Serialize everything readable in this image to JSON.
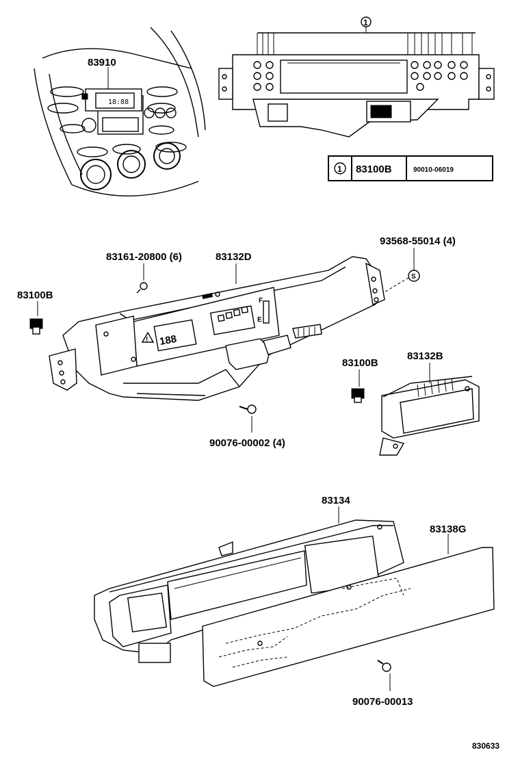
{
  "callouts": {
    "clock": "83910",
    "circle_ref": "1",
    "retainer_screw": "83161-20800 (6)",
    "lens": "83132D",
    "clip_spec": "93568-55014 (4)",
    "clip_letter": "S",
    "bulb_left": "83100B",
    "bulb_right": "83100B",
    "sub_meter": "83132B",
    "screw_mid": "90076-00002 (4)",
    "case": "83134",
    "circuit_plate": "83138G",
    "screw_bottom": "90076-00013",
    "diagram_code": "830633"
  },
  "table": {
    "col1": "1",
    "col2": "83100B",
    "col3": "90010-06019"
  },
  "meter_marks": {
    "fuel_full": "F",
    "fuel_empty": "E",
    "speed_digits": "188",
    "clock_digits": "18:88"
  }
}
